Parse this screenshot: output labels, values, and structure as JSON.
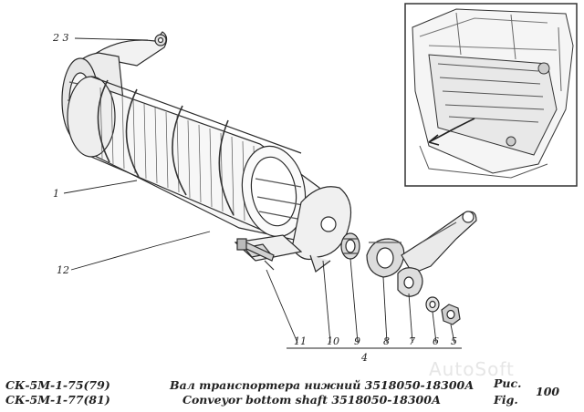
{
  "callouts": {
    "p2_3": "2 3",
    "p1": "1",
    "p12": "12",
    "p4": "4",
    "bottom_row": [
      "11",
      "10",
      "9",
      "8",
      "7",
      "6",
      "5"
    ]
  },
  "caption": {
    "model_line_1": "СК-5М-1-75(79)",
    "model_line_2": "СК-5М-1-77(81)",
    "title_ru": "Вал транспортера нижний 3518050-18300А",
    "title_en": "Conveyor bottom shaft 3518050-18300А",
    "fig_ru": "Рис.",
    "fig_en": "Fig.",
    "fig_number": "100"
  },
  "watermark": "AutoSoft"
}
